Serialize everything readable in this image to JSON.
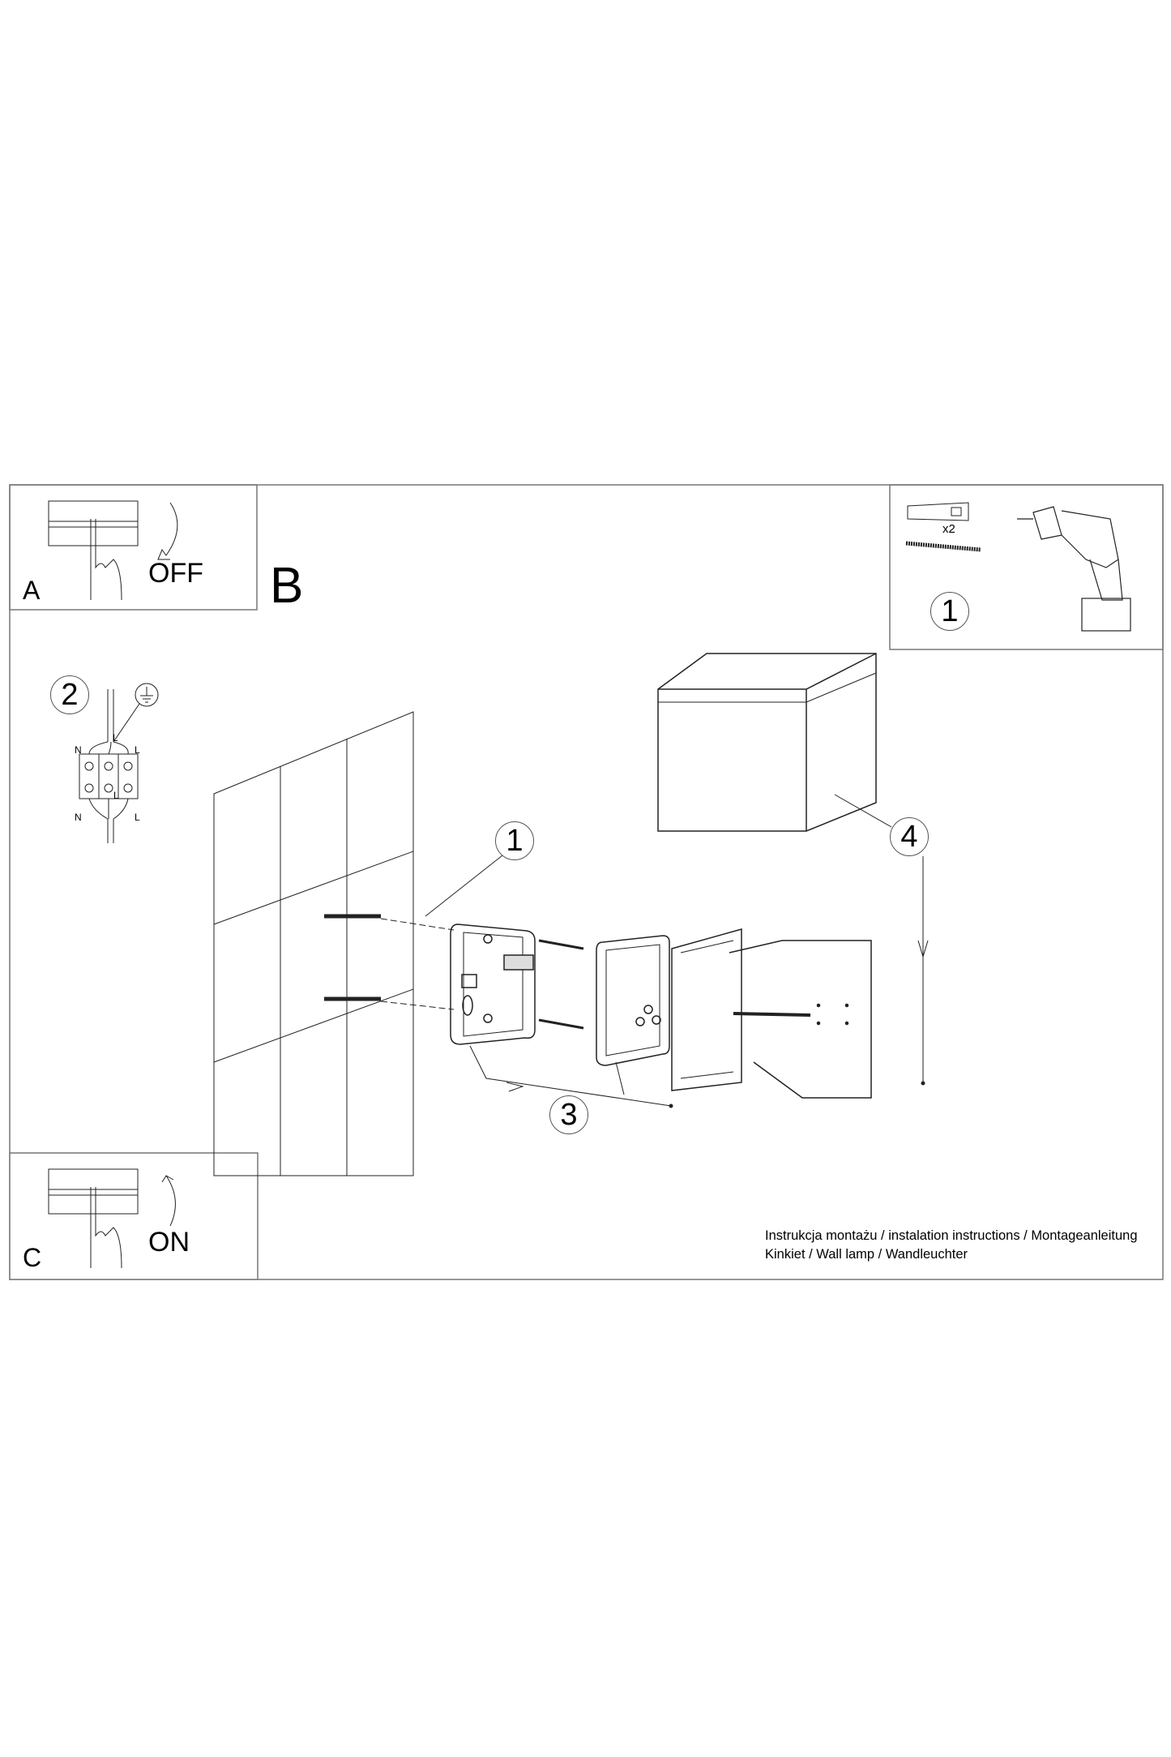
{
  "panels": {
    "a": {
      "letter": "A",
      "state": "OFF"
    },
    "b": {
      "letter": "B"
    },
    "c": {
      "letter": "C",
      "state": "ON"
    },
    "tools": {
      "step": "1",
      "quantity": "x2"
    }
  },
  "steps": {
    "s1": "1",
    "s2": "2",
    "s3": "3",
    "s4": "4"
  },
  "wiring": {
    "n_top": "N",
    "l_top": "L",
    "l_mid": "L",
    "n_bottom": "N",
    "l_bottom": "L",
    "l_inner": "L"
  },
  "footer": {
    "line1": "Instrukcja montażu / instalation instructions / Montageanleitung",
    "line2": "Kinkiet / Wall lamp / Wandleuchter"
  }
}
